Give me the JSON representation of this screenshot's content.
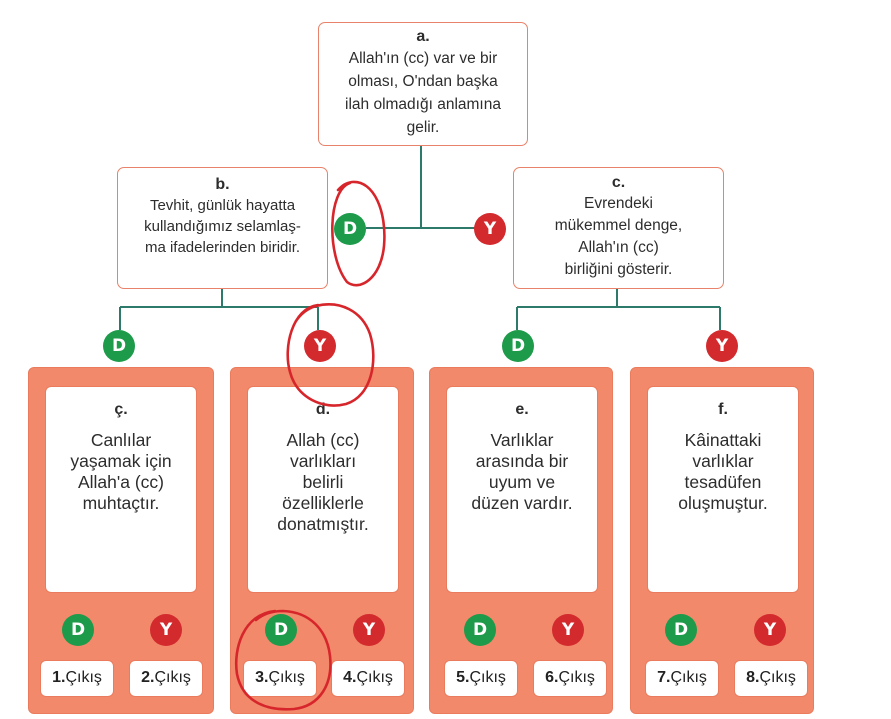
{
  "top": {
    "label": "a.",
    "lines": [
      "Allah'ın (cc) var ve bir",
      "olması, O'ndan başka",
      "ilah olmadığı anlamına",
      "gelir."
    ]
  },
  "left": {
    "label": "b.",
    "lines": [
      "Tevhit, günlük hayatta",
      "kullandığımız selamlaş-",
      "ma ifadelerinden biridir."
    ]
  },
  "right": {
    "label": "c.",
    "lines": [
      "Evrendeki",
      "mükemmel denge,",
      "Allah'ın (cc)",
      "birliğini gösterir."
    ]
  },
  "answers": {
    "yes": "D",
    "no": "Y"
  },
  "panels": [
    {
      "label": "ç.",
      "lines": [
        "Canlılar",
        "yaşamak için",
        "Allah'a (cc)",
        "muhtaçtır."
      ],
      "exits": [
        {
          "num": "1.",
          "text": "Çıkış"
        },
        {
          "num": "2.",
          "text": "Çıkış"
        }
      ]
    },
    {
      "label": "d.",
      "lines": [
        "Allah (cc)",
        "varlıkları",
        "belirli",
        "özelliklerle",
        "donatmıştır."
      ],
      "exits": [
        {
          "num": "3.",
          "text": "Çıkış"
        },
        {
          "num": "4.",
          "text": "Çıkış"
        }
      ]
    },
    {
      "label": "e.",
      "lines": [
        "Varlıklar",
        "arasında bir",
        "uyum ve",
        "düzen vardır."
      ],
      "exits": [
        {
          "num": "5.",
          "text": "Çıkış"
        },
        {
          "num": "6.",
          "text": "Çıkış"
        }
      ]
    },
    {
      "label": "f.",
      "lines": [
        "Kâinattaki",
        "varlıklar",
        "tesadüfen",
        "oluşmuştur."
      ],
      "exits": [
        {
          "num": "7.",
          "text": "Çıkış"
        },
        {
          "num": "8.",
          "text": "Çıkış"
        }
      ]
    }
  ],
  "colors": {
    "yes": "#1d9a4a",
    "no": "#d32a2e",
    "line": "#2d7a6a",
    "border": "#e8826a",
    "panel": "#f2896b",
    "annotation": "#d7262b"
  }
}
